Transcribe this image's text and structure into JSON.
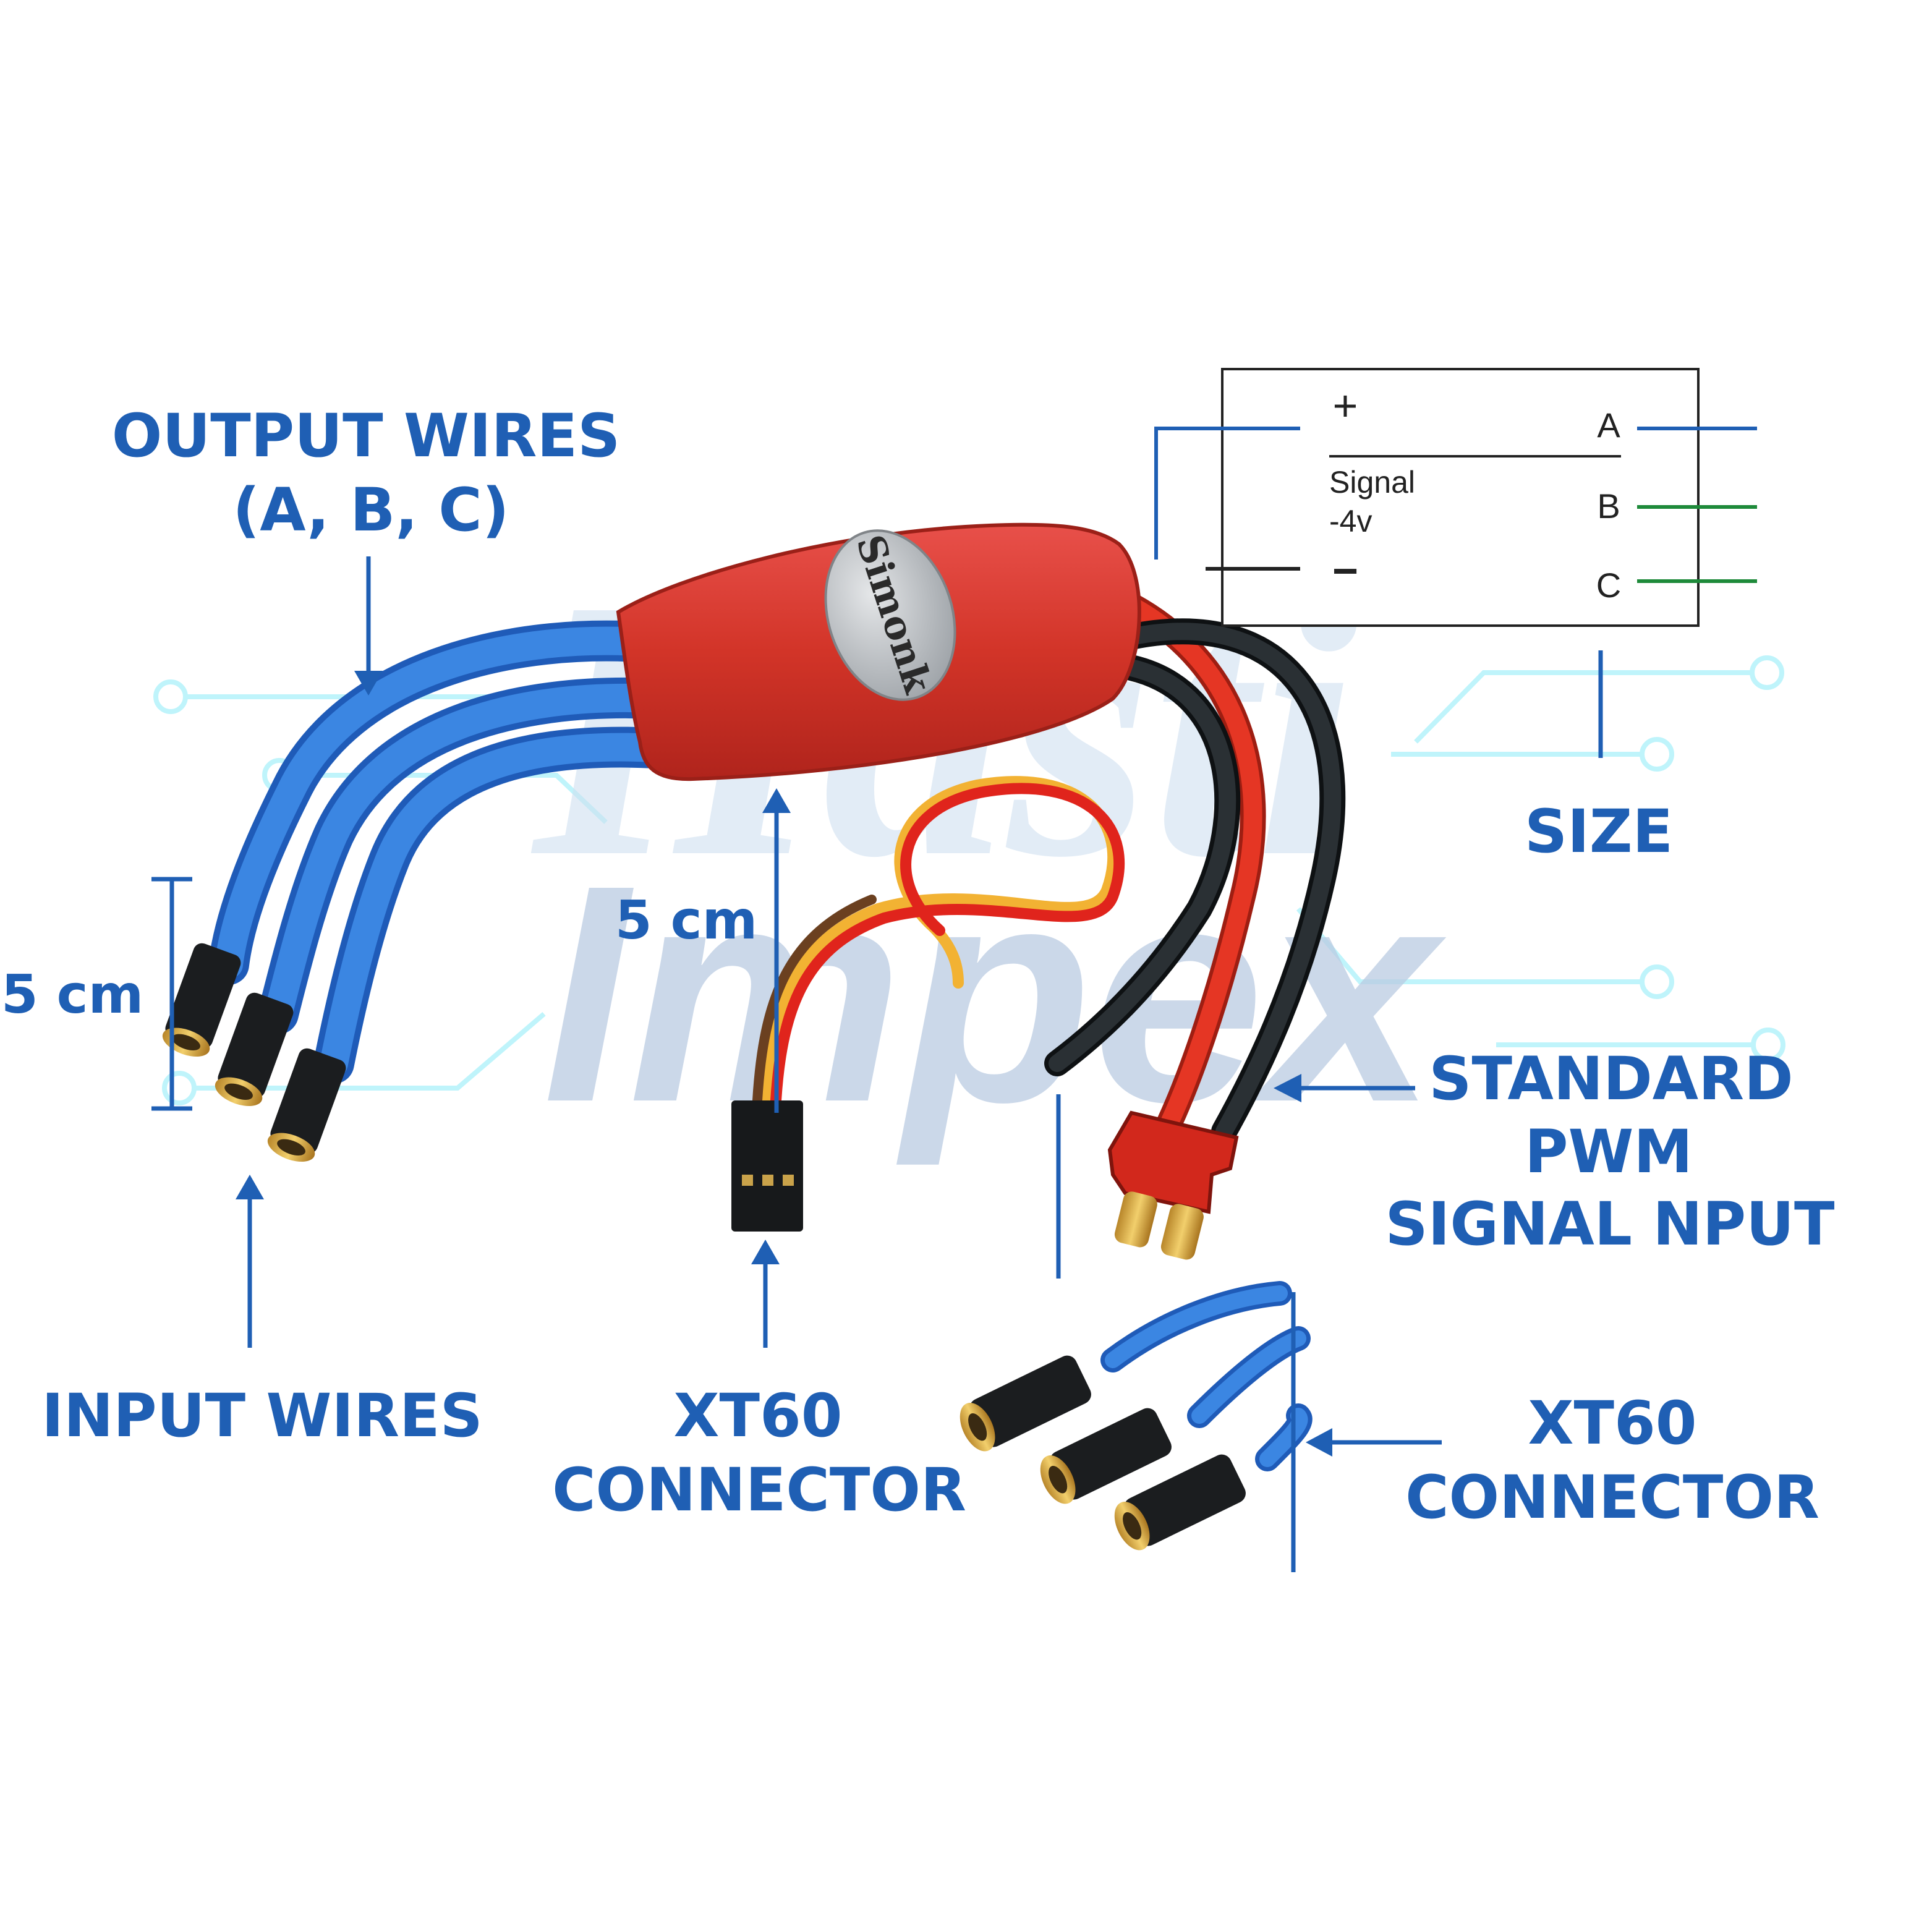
{
  "labels": {
    "output_wires_line1": "OUTPUT WIRES",
    "output_wires_line2": "(A, B, C)",
    "left_dimension": "5 cm",
    "center_dimension": "5 cm",
    "input_wires": "INPUT WIRES",
    "xt60_center_line1": "XT60",
    "xt60_center_line2": "CONNECTOR",
    "size": "SIZE",
    "pwm_line1": "STANDARD",
    "pwm_line2": "PWM",
    "pwm_line3": "SIGNAL NPUT",
    "xt60_right_line1": "XT60",
    "xt60_right_line2": "CONNECTOR"
  },
  "schematic": {
    "plus": "+",
    "signal": "Signal",
    "voltage": "-4v",
    "minus": "−",
    "phase_a": "A",
    "phase_b": "B",
    "phase_c": "C"
  },
  "product": {
    "brand_badge": "Simonk"
  },
  "watermark": {
    "line1": "Hasti",
    "line2": "Impex"
  },
  "colors": {
    "label_blue": "#1f5fb4",
    "esc_red": "#d63a2e",
    "motor_wire_blue": "#2f78d8",
    "battery_red": "#e0301e",
    "battery_black": "#1e2326",
    "phase_green": "#1e8a3a",
    "circuit_cyan": "#bff4fb",
    "watermark_blue": "#c4d6ea"
  }
}
